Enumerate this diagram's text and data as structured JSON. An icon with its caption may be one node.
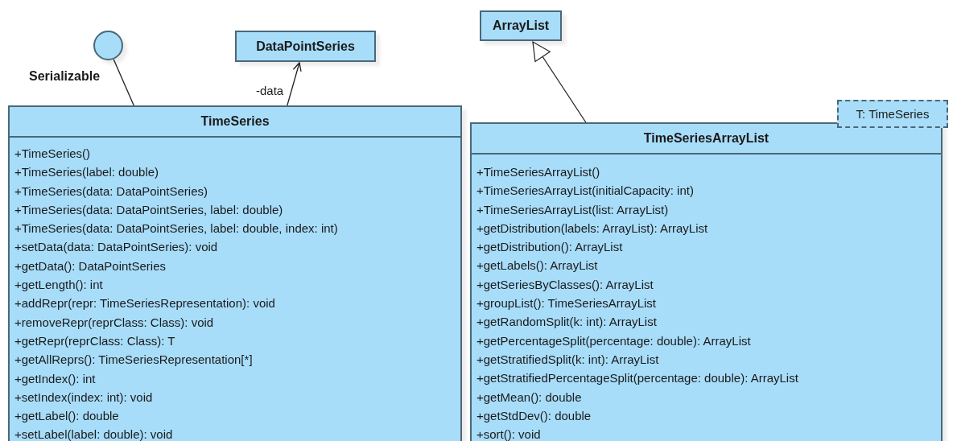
{
  "diagram": {
    "nodes": [
      {
        "text": [],
        "shape": "circle",
        "beside": [
          "Serializable"
        ]
      },
      {
        "text": [
          "DataPointSeries"
        ]
      },
      {
        "text": [
          "ArrayList"
        ]
      },
      {
        "text": [
          "TimeSeries",
          "+TimeSeries()",
          "+TimeSeries(label: double)",
          "+TimeSeries(data: DataPointSeries)",
          "+TimeSeries(data: DataPointSeries, label: double)",
          "+TimeSeries(data: DataPointSeries, label: double, index: int)",
          "+setData(data: DataPointSeries): void",
          "+getData(): DataPointSeries",
          "+getLength(): int",
          "+addRepr(repr: TimeSeriesRepresentation): void",
          "+removeRepr(reprClass: Class): void",
          "+getRepr(reprClass: Class): T",
          "+getAllReprs(): TimeSeriesRepresentation[*]",
          "+getIndex(): int",
          "+setIndex(index: int): void",
          "+getLabel(): double",
          "+setLabel(label: double): void"
        ]
      },
      {
        "text": [
          "TimeSeriesArrayList",
          "+TimeSeriesArrayList()",
          "+TimeSeriesArrayList(initialCapacity: int)",
          "+TimeSeriesArrayList(list: ArrayList)",
          "+getDistribution(labels: ArrayList): ArrayList",
          "+getDistribution(): ArrayList",
          "+getLabels(): ArrayList",
          "+getSeriesByClasses(): ArrayList",
          "+groupList(): TimeSeriesArrayList",
          "+getRandomSplit(k: int): ArrayList",
          "+getPercentageSplit(percentage: double): ArrayList",
          "+getStratifiedSplit(k: int): ArrayList",
          "+getStratifiedPercentageSplit(percentage: double): ArrayList",
          "+getMean(): double",
          "+getStdDev(): double",
          "+sort(): void"
        ]
      },
      {
        "text": [
          "T: TimeSeries"
        ]
      }
    ],
    "edges": [
      {
        "from": 3,
        "to": 0,
        "arrow": "none"
      },
      {
        "from": 3,
        "to": 1,
        "arrow": "to",
        "label": "-data"
      },
      {
        "from": 4,
        "to": 2,
        "arrow": "to"
      }
    ]
  }
}
